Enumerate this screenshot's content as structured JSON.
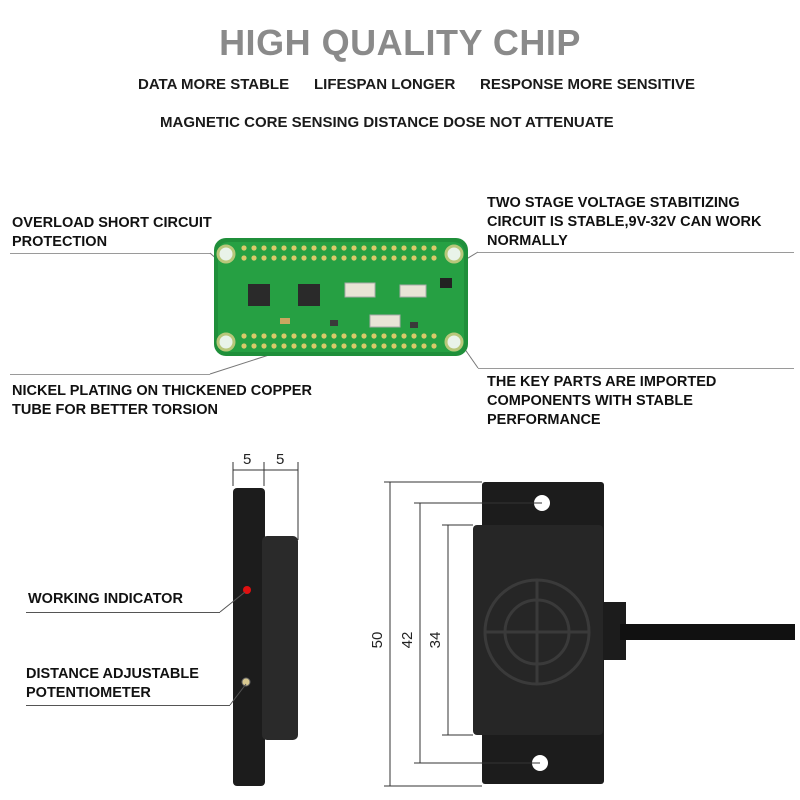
{
  "header": {
    "title": "HIGH QUALITY CHIP",
    "features": [
      "DATA MORE STABLE",
      "LIFESPAN LONGER",
      "RESPONSE MORE SENSITIVE"
    ],
    "subline": "MAGNETIC CORE SENSING DISTANCE DOSE NOT ATTENUATE"
  },
  "pcb_callouts": {
    "overload": "OVERLOAD SHORT CIRCUIT PROTECTION",
    "voltage": "TWO STAGE VOLTAGE STABITIZING CIRCUIT IS STABLE,9V-32V CAN WORK NORMALLY",
    "nickel": "NICKEL PLATING ON THICKENED COPPER TUBE FOR BETTER TORSION",
    "key_parts": "THE KEY PARTS ARE IMPORTED COMPONENTS WITH STABLE PERFORMANCE"
  },
  "sensor_callouts": {
    "indicator": "WORKING INDICATOR",
    "potentiometer": "DISTANCE ADJUSTABLE POTENTIOMETER"
  },
  "dimensions": {
    "side_left": "5",
    "side_right": "5",
    "height_total": "50",
    "height_holes": "42",
    "height_face": "34"
  },
  "colors": {
    "title_gray": "#8a8a8a",
    "pcb_green": "#1f8f3a",
    "sensor_black": "#1c1c1c",
    "indicator_red": "#e01010"
  }
}
